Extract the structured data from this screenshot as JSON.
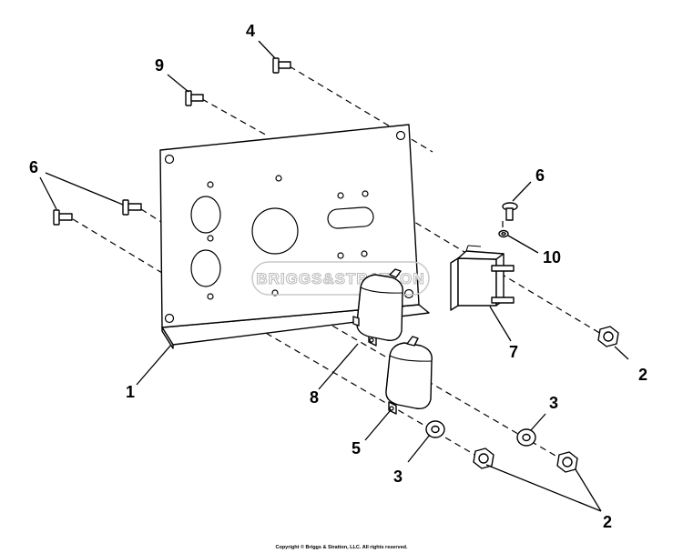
{
  "diagram": {
    "watermark": "BRIGGS&STRATTON",
    "callouts": {
      "bracket": "1",
      "nut_right": "2",
      "nuts_bottom": "2",
      "washer_lower": "3",
      "washer_right": "3",
      "screw_top": "4",
      "receptacle_lower": "5",
      "screw_left": "6",
      "screw_right": "6",
      "circuit_breaker": "7",
      "receptacle_upper": "8",
      "screw_upper": "9",
      "washer_small": "10"
    },
    "copyright": "Copyright © Briggs & Stratton, LLC. All rights reserved."
  }
}
